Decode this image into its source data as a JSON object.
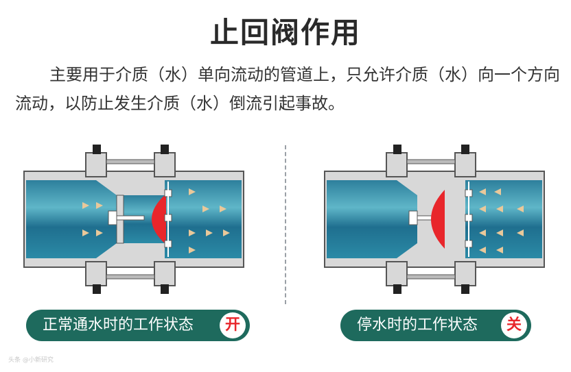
{
  "title": "止回阀作用",
  "description": "主要用于介质（水）单向流动的管道上，只允许介质（水）向一个方向流动，以防止发生介质（水）倒流引起事故。",
  "panels": [
    {
      "label": "正常通水时的工作状态",
      "badge": "开"
    },
    {
      "label": "停水时的工作状态",
      "badge": "关"
    }
  ],
  "watermark": "头条 @小新研究",
  "colors": {
    "accent": "#1e6a5d",
    "disc": "#e8262b",
    "water": "#1f6f8f",
    "body": "#d8d8d8",
    "arrow": "#e9c89a"
  }
}
